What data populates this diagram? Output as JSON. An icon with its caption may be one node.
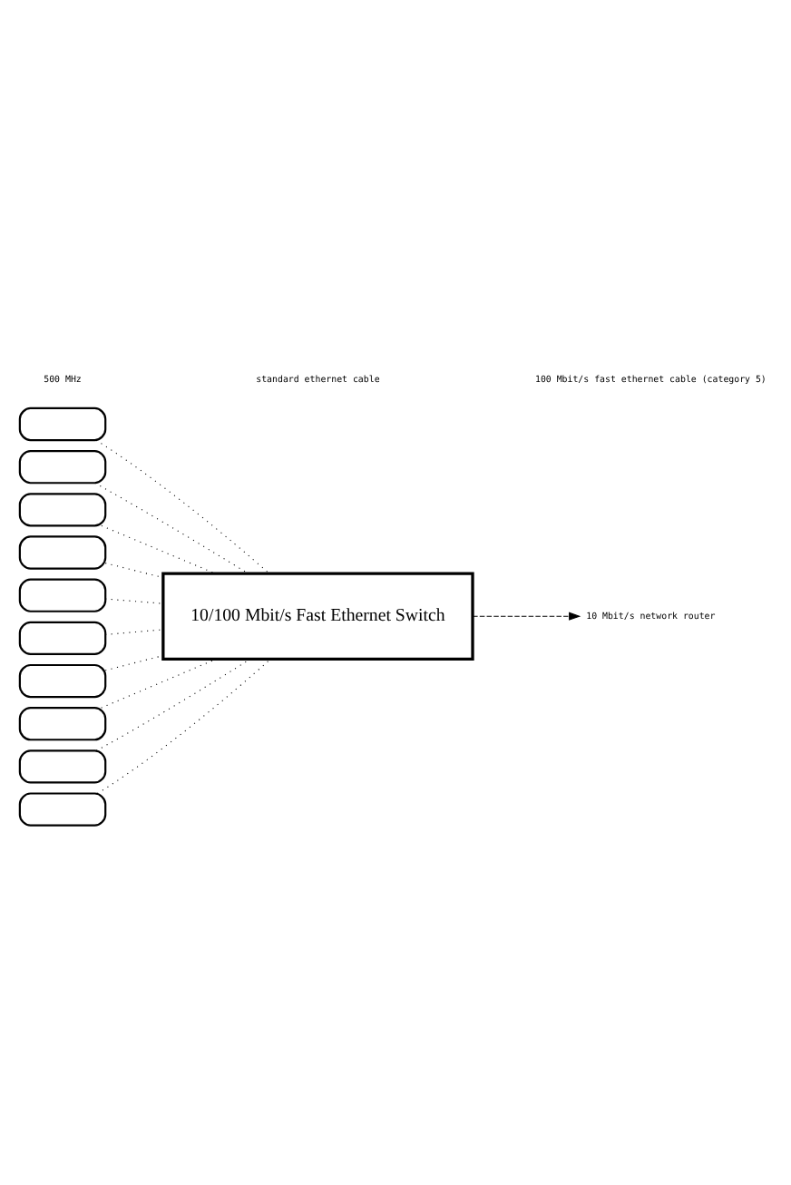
{
  "diagram": {
    "nodes": [
      {
        "text": [],
        "shape": "box"
      },
      {
        "text": [],
        "shape": "box"
      },
      {
        "text": [],
        "shape": "box"
      },
      {
        "text": [],
        "shape": "box"
      },
      {
        "text": [],
        "shape": "box"
      },
      {
        "text": [],
        "shape": "box"
      },
      {
        "text": [],
        "shape": "box"
      },
      {
        "text": [],
        "shape": "box"
      },
      {
        "text": [],
        "shape": "box"
      },
      {
        "text": [],
        "shape": "box"
      },
      {
        "text": [
          "10/100 Mbit/s Fast Ethernet Switch"
        ]
      },
      {
        "text": [
          "10 Mbit/s network router"
        ]
      }
    ],
    "edges": [
      {
        "from": 0,
        "to": 10,
        "arrow": "none"
      },
      {
        "from": 1,
        "to": 10,
        "arrow": "none"
      },
      {
        "from": 2,
        "to": 10,
        "arrow": "none"
      },
      {
        "from": 3,
        "to": 10,
        "arrow": "none"
      },
      {
        "from": 4,
        "to": 10,
        "arrow": "none"
      },
      {
        "from": 5,
        "to": 10,
        "arrow": "none"
      },
      {
        "from": 6,
        "to": 10,
        "arrow": "none"
      },
      {
        "from": 7,
        "to": 10,
        "arrow": "none"
      },
      {
        "from": 8,
        "to": 10,
        "arrow": "none"
      },
      {
        "from": 9,
        "to": 10,
        "arrow": "none"
      },
      {
        "from": 10,
        "to": 11,
        "arrow": "to",
        "style": "dashed"
      }
    ],
    "legend": [
      {
        "text": "500 MHz"
      },
      {
        "text": "standard ethernet cable"
      },
      {
        "text": "100 Mbit/s fast ethernet cable (category 5)"
      }
    ]
  }
}
